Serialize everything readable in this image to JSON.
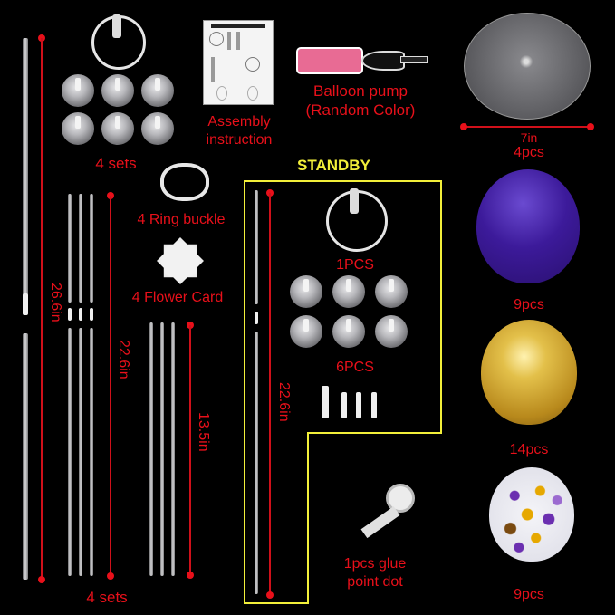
{
  "labels": {
    "cups_sets": "4 sets",
    "assembly": [
      "Assembly",
      "instruction"
    ],
    "pump": [
      "Balloon pump",
      "(Random Color)"
    ],
    "base_size": "7in",
    "base_qty": "4pcs",
    "standby": "STANDBY",
    "ring_buckle": "4 Ring buckle",
    "flower_card": "4 Flower Card",
    "standby_top": "1PCS",
    "standby_cups": "6PCS",
    "glue": [
      "1pcs glue",
      "point dot"
    ],
    "rods_sets": "4 sets",
    "rod_long": "26.6in",
    "rod_mid": "22.6in",
    "rod_short": "13.5in",
    "standby_rod": "22.6in",
    "balloon_purple": "9pcs",
    "balloon_gold": "14pcs",
    "balloon_confetti": "9pcs"
  },
  "colors": {
    "background": "#000000",
    "label_red": "#e8101a",
    "standby_yellow": "#f2ef3a",
    "balloon_purple": "#3c1a9a",
    "balloon_gold": "#c9a227",
    "pump_pink": "#e86b94"
  }
}
